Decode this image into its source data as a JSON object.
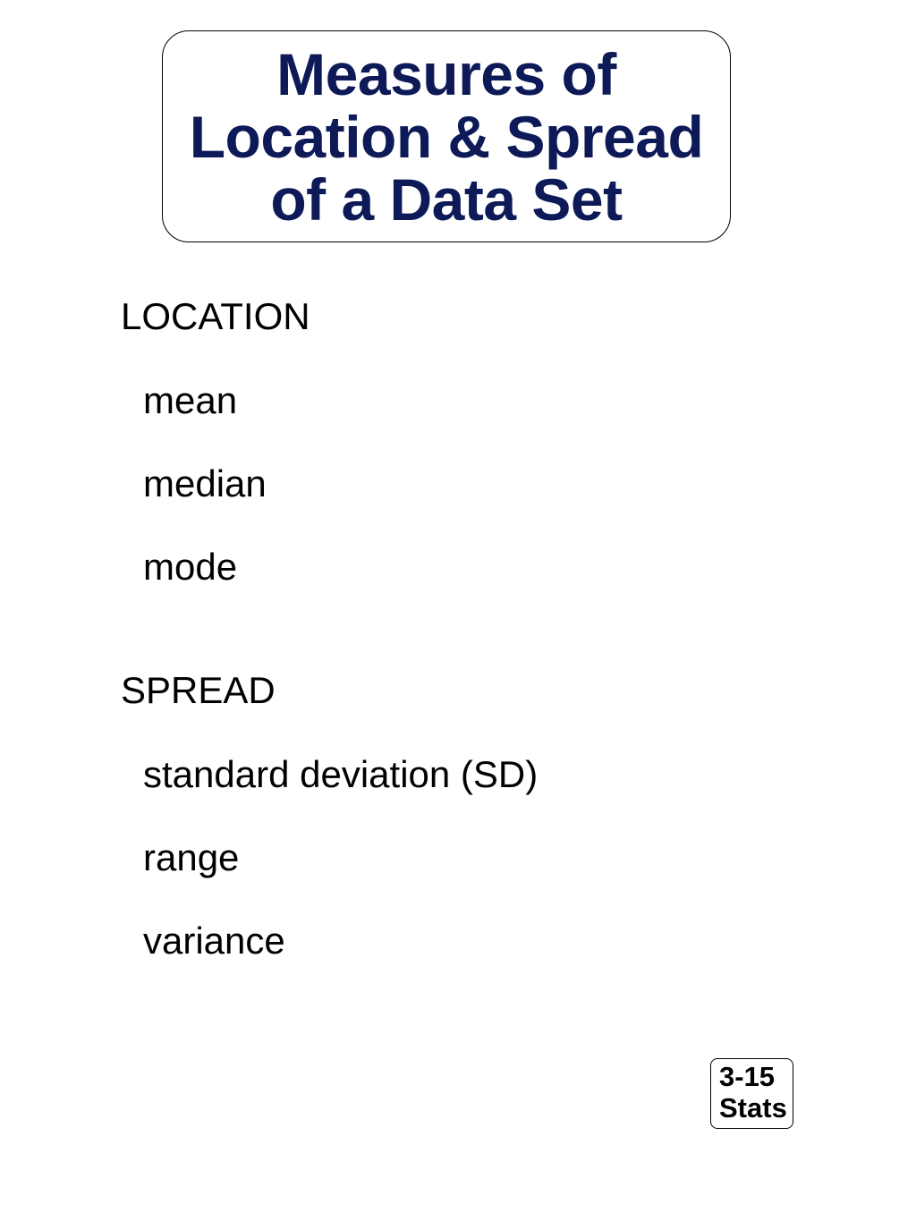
{
  "title": {
    "lines": [
      "Measures of",
      "Location & Spread",
      "of a Data Set"
    ],
    "color": "#0d1a57"
  },
  "location": {
    "heading": "LOCATION",
    "items": [
      "mean",
      "median",
      "mode"
    ]
  },
  "spread": {
    "heading": "SPREAD",
    "items": [
      "standard deviation (SD)",
      "range",
      "variance"
    ]
  },
  "badge": {
    "line1": "3-15",
    "line2": "Stats"
  }
}
